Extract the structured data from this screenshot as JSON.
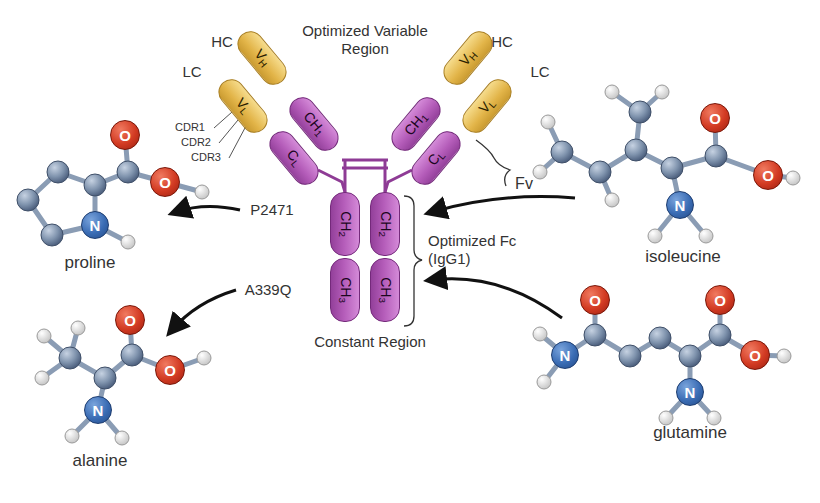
{
  "diagram": {
    "nodes": [
      {
        "text": [
          "VH"
        ]
      },
      {
        "text": [
          "VL"
        ]
      },
      {
        "text": [
          "CH1"
        ]
      },
      {
        "text": [
          "CL"
        ]
      },
      {
        "text": [
          "VH"
        ]
      },
      {
        "text": [
          "VL"
        ]
      },
      {
        "text": [
          "CH1"
        ]
      },
      {
        "text": [
          "CL"
        ]
      },
      {
        "text": [
          "CH2"
        ]
      },
      {
        "text": [
          "CH2"
        ]
      },
      {
        "text": [
          "CH3"
        ]
      },
      {
        "text": [
          "CH3"
        ]
      },
      {
        "text": [
          "O"
        ]
      },
      {
        "text": [
          "O"
        ]
      },
      {
        "text": [
          "N"
        ]
      },
      {
        "text": [
          "O"
        ]
      },
      {
        "text": [
          "O"
        ]
      },
      {
        "text": [
          "N"
        ]
      },
      {
        "text": [
          "O"
        ]
      },
      {
        "text": [
          "O"
        ]
      },
      {
        "text": [
          "N"
        ]
      },
      {
        "text": [
          "O"
        ]
      },
      {
        "text": [
          "O"
        ]
      },
      {
        "text": [
          "N"
        ]
      },
      {
        "text": [
          "O"
        ]
      },
      {
        "text": [
          "N"
        ]
      }
    ],
    "labels": [
      "HC",
      "LC",
      "Optimized Variable Region",
      "HC",
      "LC",
      "CDR1",
      "CDR2",
      "CDR3",
      "Fv",
      "P2471",
      "A339Q",
      "Optimized Fc (IgG1)",
      "Constant Region",
      "proline",
      "isoleucine",
      "alanine",
      "glutamine"
    ]
  }
}
